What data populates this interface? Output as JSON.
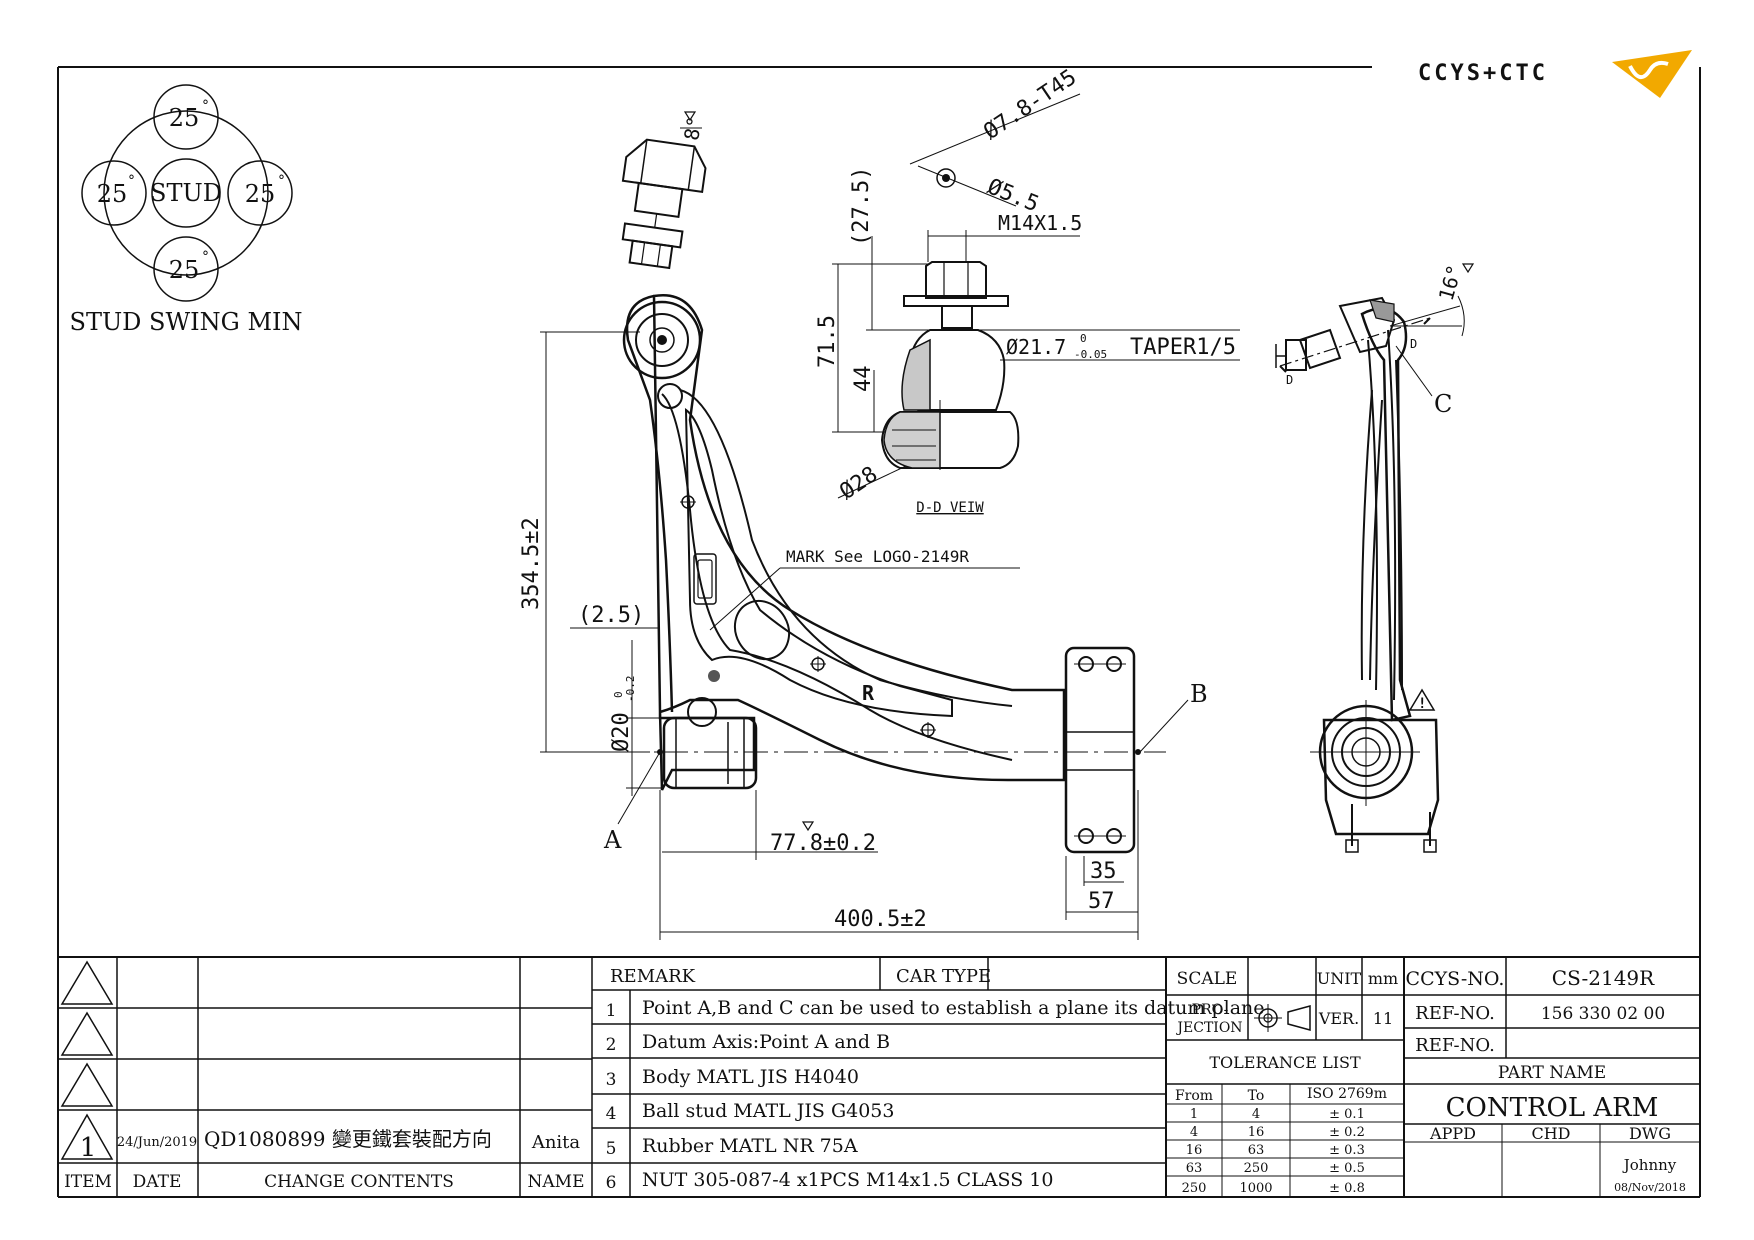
{
  "brand": {
    "logo_text": "CCYS+CTC",
    "accent": "#f2a900"
  },
  "stud_swing": {
    "center": "STUD",
    "angles": {
      "top": "25",
      "left": "25",
      "right": "25",
      "bottom": "25"
    },
    "degree": "°",
    "caption": "STUD SWING MIN"
  },
  "dims": {
    "stud_angle": "8°",
    "bolt_hole": "Ø7.8-T45",
    "inner_dia": "Ø5.5",
    "thread": "M14X1.5",
    "len_27_5": "(27.5)",
    "len_71_5": "71.5",
    "len_44": "44",
    "taper_dia": "Ø21.7",
    "taper_tol_top": "0",
    "taper_tol_bottom": "-0.05",
    "taper": "TAPER1/5",
    "dia_28": "Ø28",
    "dd_view": "D-D VEIW",
    "mark": "MARK See LOGO-2149R",
    "height": "354.5±2",
    "offset": "(2.5)",
    "bush_dia": "Ø20",
    "bush_tol_top": "0",
    "bush_tol_bottom": "-0.2",
    "bush_len": "77.8±0.2",
    "width": "400.5±2",
    "w35": "35",
    "w57": "57",
    "side_angle": "16°",
    "side_mark": "R",
    "point_a": "A",
    "point_b": "B",
    "point_c": "C",
    "d_left": "D",
    "d_right": "D",
    "warning": "!"
  },
  "revisions": {
    "rows": [
      {
        "item": "",
        "date": "",
        "content": "",
        "name": ""
      },
      {
        "item": "",
        "date": "",
        "content": "",
        "name": ""
      },
      {
        "item": "",
        "date": "",
        "content": "",
        "name": ""
      },
      {
        "item": "1",
        "date": "24/Jun/2019",
        "content": "QD1080899 變更鐵套裝配方向",
        "name": "Anita"
      }
    ],
    "headers": {
      "item": "ITEM",
      "date": "DATE",
      "content": "CHANGE CONTENTS",
      "name": "NAME"
    }
  },
  "remarks": {
    "header": "REMARK",
    "car_type_label": "CAR TYPE",
    "car_type_value": "",
    "items": [
      {
        "no": "1",
        "text": "Point A,B and C can be used to establish a plane its datum plane"
      },
      {
        "no": "2",
        "text": "Datum Axis:Point A and B"
      },
      {
        "no": "3",
        "text": "Body MATL JIS H4040"
      },
      {
        "no": "4",
        "text": "Ball stud MATL JIS G4053"
      },
      {
        "no": "5",
        "text": "Rubber MATL NR 75A"
      },
      {
        "no": "6",
        "text": "NUT 305-087-4 x1PCS  M14x1.5  CLASS 10"
      }
    ]
  },
  "spec": {
    "scale_label": "SCALE",
    "scale_value": "",
    "unit_label": "UNIT",
    "unit_value": "mm",
    "projection_label_1": "PRO-",
    "projection_label_2": "JECTION",
    "ver_label": "VER.",
    "ver_value": "11",
    "tolerance_title": "TOLERANCE LIST",
    "tol_headers": {
      "from": "From",
      "to": "To",
      "iso": "ISO 2769m"
    },
    "tolerances": [
      {
        "from": "1",
        "to": "4",
        "tol": "± 0.1"
      },
      {
        "from": "4",
        "to": "16",
        "tol": "± 0.2"
      },
      {
        "from": "16",
        "to": "63",
        "tol": "± 0.3"
      },
      {
        "from": "63",
        "to": "250",
        "tol": "± 0.5"
      },
      {
        "from": "250",
        "to": "1000",
        "tol": "± 0.8"
      }
    ]
  },
  "title_block": {
    "ccys_label": "CCYS-NO.",
    "ccys_value": "CS-2149R",
    "ref_label_1": "REF-NO.",
    "ref_value_1": "156 330 02 00",
    "ref_label_2": "REF-NO.",
    "ref_value_2": "",
    "part_name_label": "PART NAME",
    "part_name": "CONTROL ARM",
    "appd": "APPD",
    "chd": "CHD",
    "dwg": "DWG",
    "drawn_by": "Johnny",
    "drawn_date": "08/Nov/2018"
  }
}
